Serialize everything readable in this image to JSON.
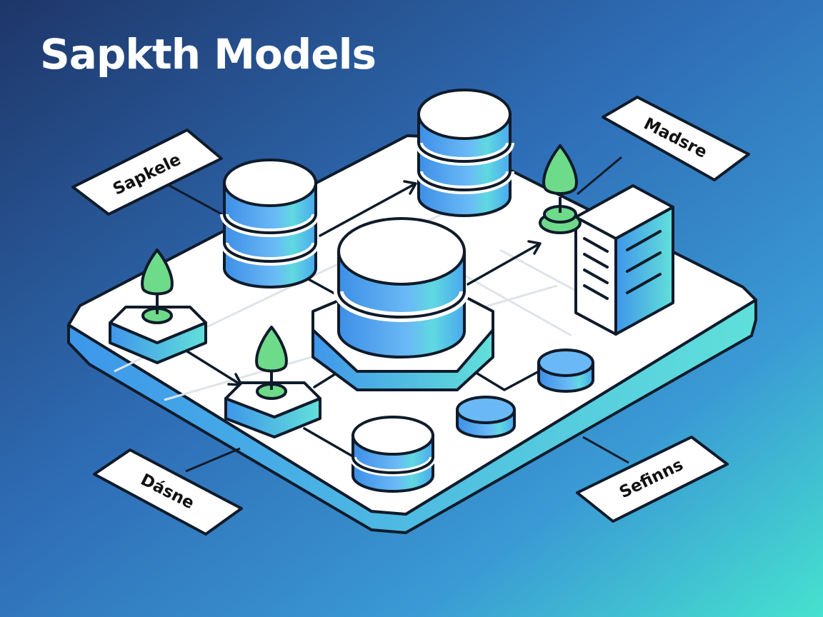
{
  "title": "Sapkth Models",
  "labels": {
    "top_left": "Sapkele",
    "top_right": "Madsre",
    "bottom_left": "Dásne",
    "bottom_right": "Sefinns"
  },
  "colors": {
    "bg_top_left": "#1e3a6e",
    "bg_top_right": "#3b86d4",
    "bg_bottom_right": "#45e0cf",
    "platform": "#ffffff",
    "edge_blue": "#4aa8ef",
    "edge_cyan": "#62e3dc",
    "tree_green": "#6edb8a",
    "outline": "#0f1b2a"
  }
}
